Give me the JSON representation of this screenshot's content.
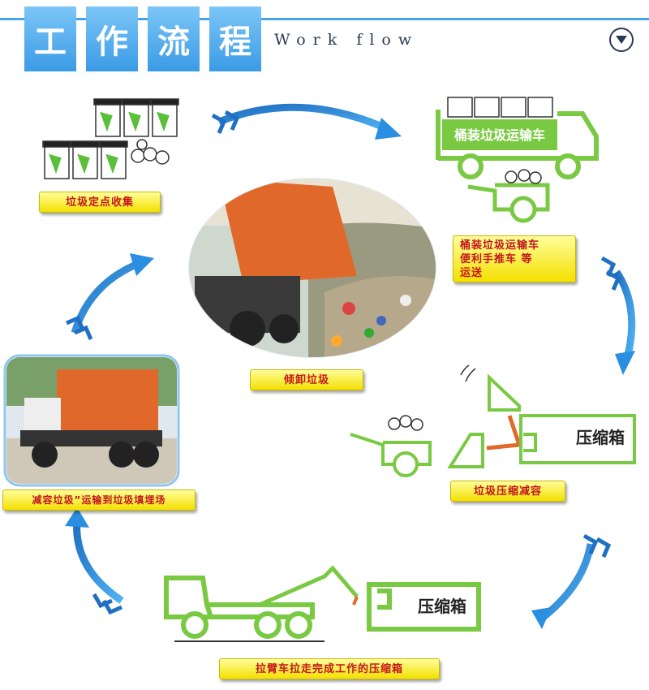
{
  "header": {
    "title_chars": [
      "工",
      "作",
      "流",
      "程"
    ],
    "subtitle": "Work flow"
  },
  "steps": {
    "collect": "垃圾定点收集",
    "transport_line1": "桶装垃圾运输车",
    "transport_line2": "便利手推车 等",
    "transport_line3": "运送",
    "compress": "垃圾压缩减容",
    "haul": "拉臂车拉走完成工作的压缩箱",
    "landfill": "减容垃圾”运输到垃圾填埋场",
    "dump": "倾卸垃圾"
  },
  "truck_banner": "桶装垃圾运输车",
  "compressor_label": "压缩箱",
  "compressor_label_2": "压缩箱",
  "colors": {
    "accent_blue": "#3b9be6",
    "arrow_blue": "#2a8fe0",
    "green": "#7ac943",
    "label_yellow": "#f3e000",
    "label_text": "#c3151e",
    "orange": "#e06a2a"
  }
}
